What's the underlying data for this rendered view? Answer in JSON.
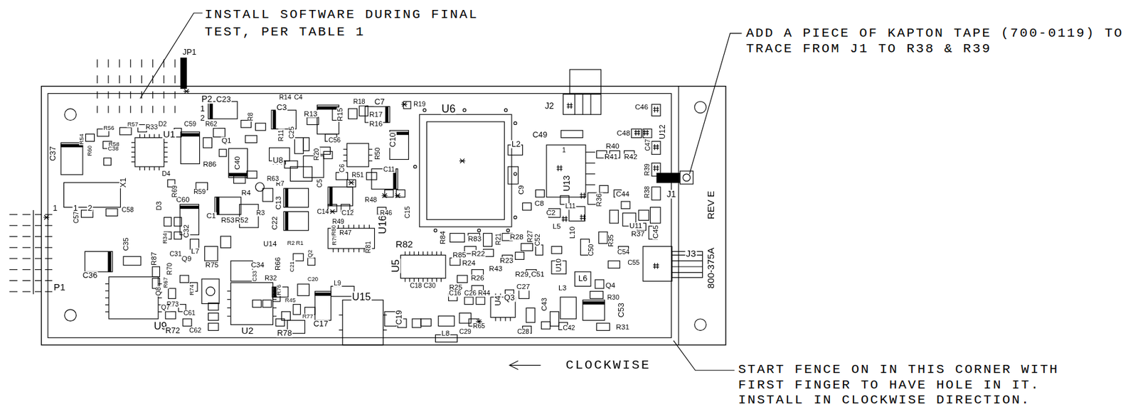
{
  "diagram": {
    "labels": [
      "INSTALL SOFTWARE DURING FINAL TEST, PER TABLE 1",
      "JP1",
      "ADD A PIECE OF KAPTON TAPE (700-0119) TO TRACE FROM J1 TO R38 & R39",
      "START FENCE ON IN THIS CORNER WITH FIRST FINGER TO HAVE HOLE IN IT. INSTALL IN CLOCKWISE DIRECTION.",
      "CLOCKWISE",
      "REV E",
      "800-375A",
      "P2",
      "C23",
      "1",
      "2",
      "R14",
      "C4",
      "R18",
      "C7",
      "R19",
      "U6",
      "J2",
      "C46",
      "C3",
      "R13",
      "R15",
      "R17",
      "R16",
      "R8",
      "R62",
      "C59",
      "D2",
      "R33",
      "U1",
      "Q1",
      "R11",
      "C25",
      "C56",
      "R20",
      "U8",
      "C40",
      "R86",
      "R50",
      "C10",
      "C11",
      "C49",
      "L2",
      "R40",
      "R41",
      "R42",
      "C48",
      "C47",
      "U12",
      "1",
      "U13",
      "R39",
      "R38",
      "J1",
      "C9",
      "C8",
      "C2",
      "L11",
      "L10",
      "L5",
      "R36",
      "C44",
      "C45",
      "U11",
      "R37",
      "R35",
      "C50",
      "C54",
      "C55",
      "U10",
      "L6",
      "Q4",
      "J3",
      "R30",
      "C53",
      "R31",
      "L3",
      "C43",
      "C42",
      "Q3",
      "U4",
      "C27",
      "C28",
      "R29",
      "C51",
      "C52",
      "R27",
      "R28",
      "R21",
      "R84",
      "R83",
      "R85",
      "R22",
      "R23",
      "R24",
      "R43",
      "R26",
      "R25",
      "C16",
      "C26",
      "R44",
      "C18",
      "C30",
      "U5",
      "R82",
      "R81",
      "U16",
      "C19",
      "L8",
      "C29",
      "R65",
      "U15",
      "L9",
      "R79",
      "R80",
      "R47",
      "R49",
      "C12",
      "R48",
      "R46",
      "C14",
      "R51",
      "C6",
      "C5",
      "C15",
      "R7",
      "R63",
      "R4",
      "C13",
      "C22",
      "R3",
      "C1",
      "R53",
      "R52",
      "R59",
      "C60",
      "R69",
      "D4",
      "D3",
      "X1",
      "C57",
      "1",
      "1",
      "2",
      "C58",
      "C37",
      "R56",
      "R57",
      "R58",
      "R54",
      "R60",
      "C38",
      "R34",
      "C32",
      "C35",
      "R87",
      "C36",
      "P1",
      "U9",
      "R72",
      "C62",
      "R73",
      "C61",
      "Q7",
      "Q8",
      "R74",
      "R70",
      "Q9",
      "C31",
      "L7",
      "R67",
      "R75",
      "C33",
      "C34",
      "R32",
      "U2",
      "U14",
      "R66",
      "R2",
      "R1",
      "Q2",
      "R76",
      "R45",
      "C20",
      "C21",
      "C17",
      "R77",
      "R78"
    ]
  }
}
